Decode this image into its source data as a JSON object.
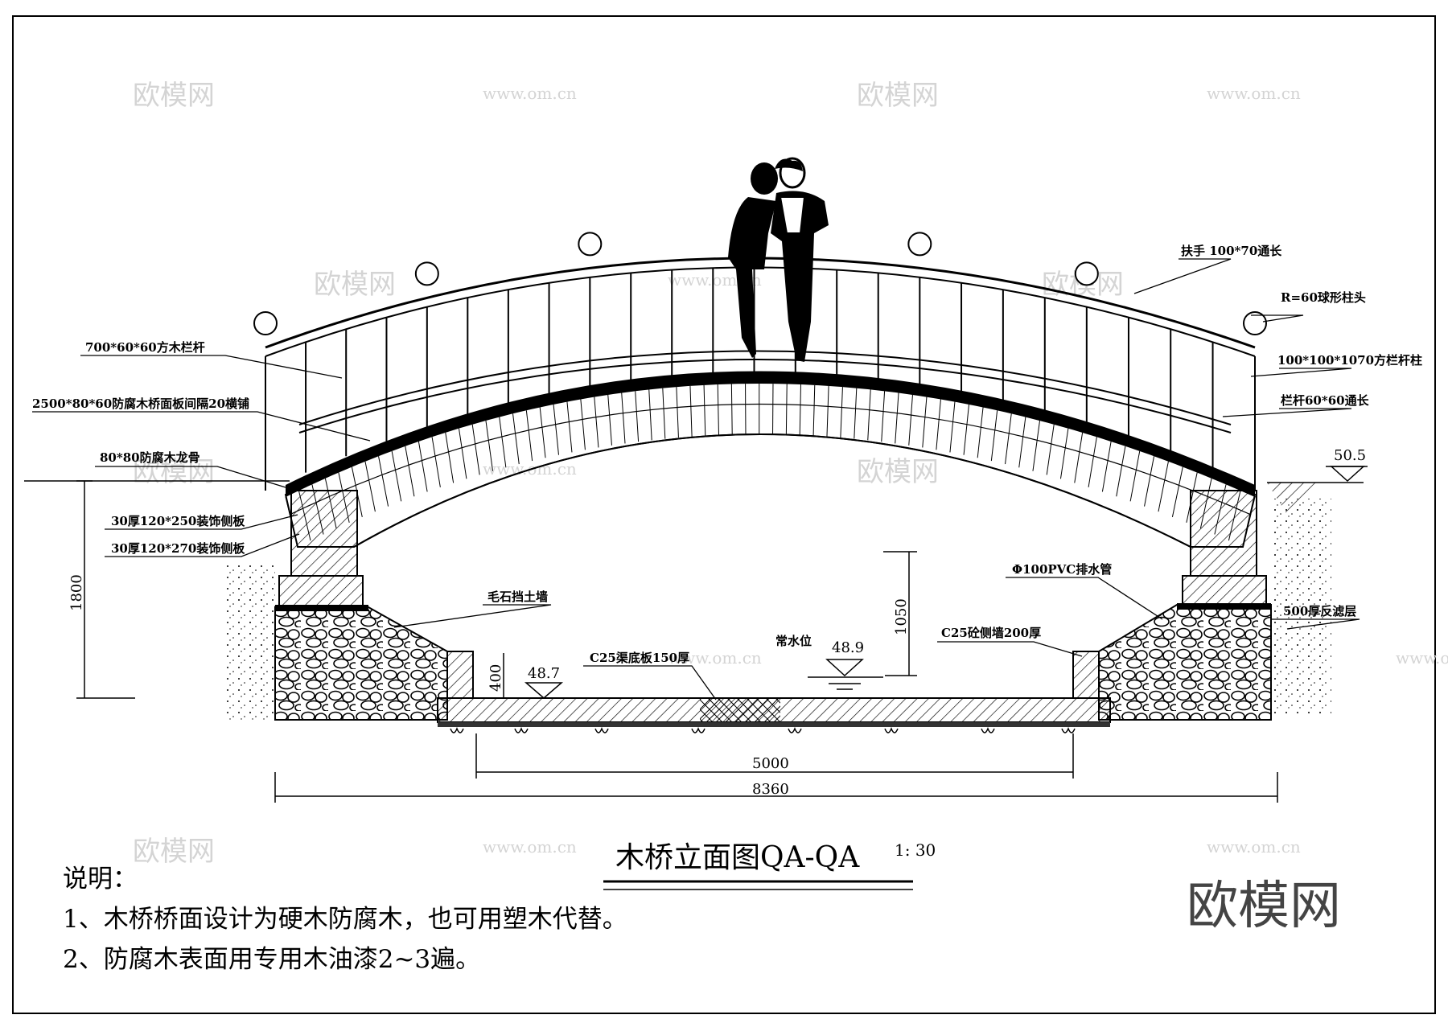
{
  "drawing": {
    "title": "木桥立面图QA-QA",
    "scale": "1: 30",
    "watermark_logo": "欧模网",
    "watermark_url": "www.om.cn"
  },
  "labels": {
    "handrail": "扶手 100*70通长",
    "ball_post_head": "R=60球形柱头",
    "square_rail_post": "100*100*1070方栏杆柱",
    "rail_bar": "栏杆60*60通长",
    "wood_baluster": "700*60*60方木栏杆",
    "deck_board": "2500*80*60防腐木桥面板间隔20横铺",
    "keel": "80*80防腐木龙骨",
    "side_board_250": "30厚120*250装饰侧板",
    "side_board_270": "30厚120*270装饰侧板",
    "rubble_wall": "毛石挡土墙",
    "pvc_drain": "Φ100PVC排水管",
    "filter_layer": "500厚反滤层",
    "side_wall": "C25砼侧墙200厚",
    "channel_slab": "C25渠底板150厚",
    "normal_water_level": "常水位"
  },
  "elevations": {
    "ground": "50.5",
    "water": "48.9",
    "bottom": "48.7"
  },
  "dimensions": {
    "height_1800": "1800",
    "height_1050": "1050",
    "height_400": "400",
    "width_5000": "5000",
    "width_8360": "8360"
  },
  "notes": {
    "heading": "说明：",
    "item1": "1、木桥桥面设计为硬木防腐木，也可用塑木代替。",
    "item2": "2、防腐木表面用专用木油漆2~3遍。"
  }
}
